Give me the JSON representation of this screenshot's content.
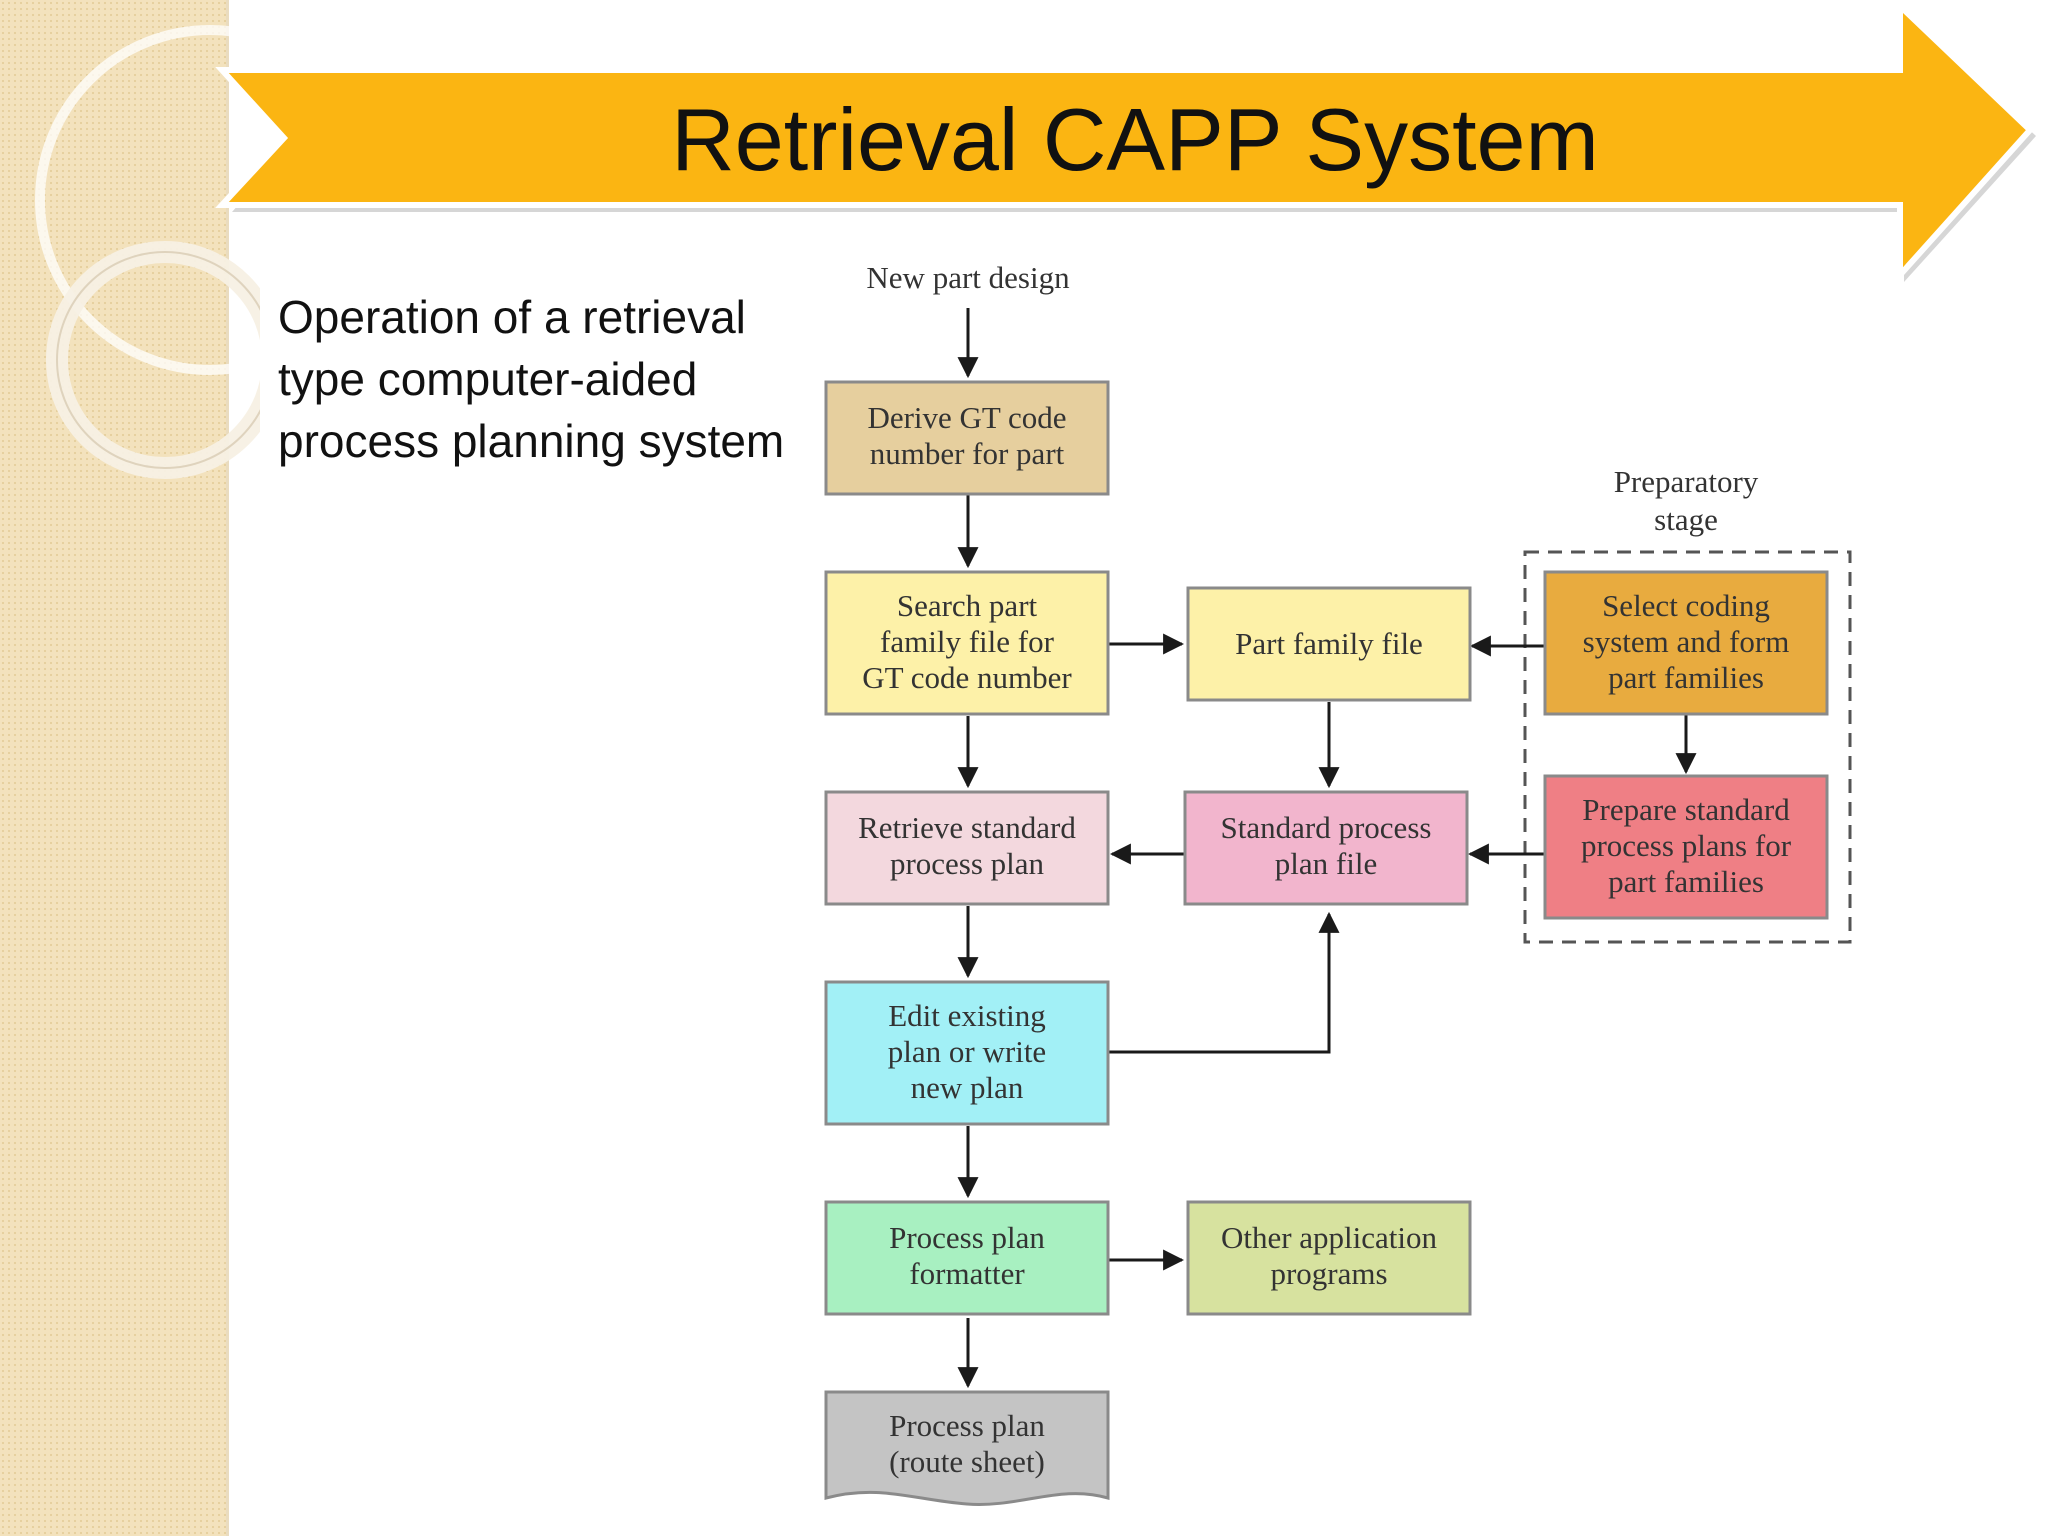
{
  "title": "Retrieval CAPP System",
  "caption": "Operation of a retrieval type computer-aided process planning system",
  "colors": {
    "banner": "#fbb512",
    "derive": "#e6cf9e",
    "search": "#fdf1a8",
    "family": "#fdf1a8",
    "retrieve": "#f3d8de",
    "standard": "#f2b5cd",
    "select": "#e8ab3f",
    "prepare": "#ef7f85",
    "edit": "#a2f0f6",
    "formatter": "#a8f0c1",
    "other": "#d7e29f",
    "output": "#c4c4c4"
  },
  "diagram": {
    "input_label": "New part design",
    "preparatory_label": [
      "Preparatory",
      "stage"
    ],
    "boxes": {
      "derive": [
        "Derive GT code",
        "number for part"
      ],
      "search": [
        "Search part",
        "family file for",
        "GT code number"
      ],
      "family": [
        "Part family file"
      ],
      "select": [
        "Select coding",
        "system and form",
        "part families"
      ],
      "retrieve": [
        "Retrieve standard",
        "process plan"
      ],
      "standard": [
        "Standard process",
        "plan file"
      ],
      "prepare": [
        "Prepare standard",
        "process plans for",
        "part families"
      ],
      "edit": [
        "Edit existing",
        "plan or write",
        "new plan"
      ],
      "formatter": [
        "Process plan",
        "formatter"
      ],
      "other": [
        "Other application",
        "programs"
      ],
      "output": [
        "Process plan",
        "(route sheet)"
      ]
    }
  }
}
